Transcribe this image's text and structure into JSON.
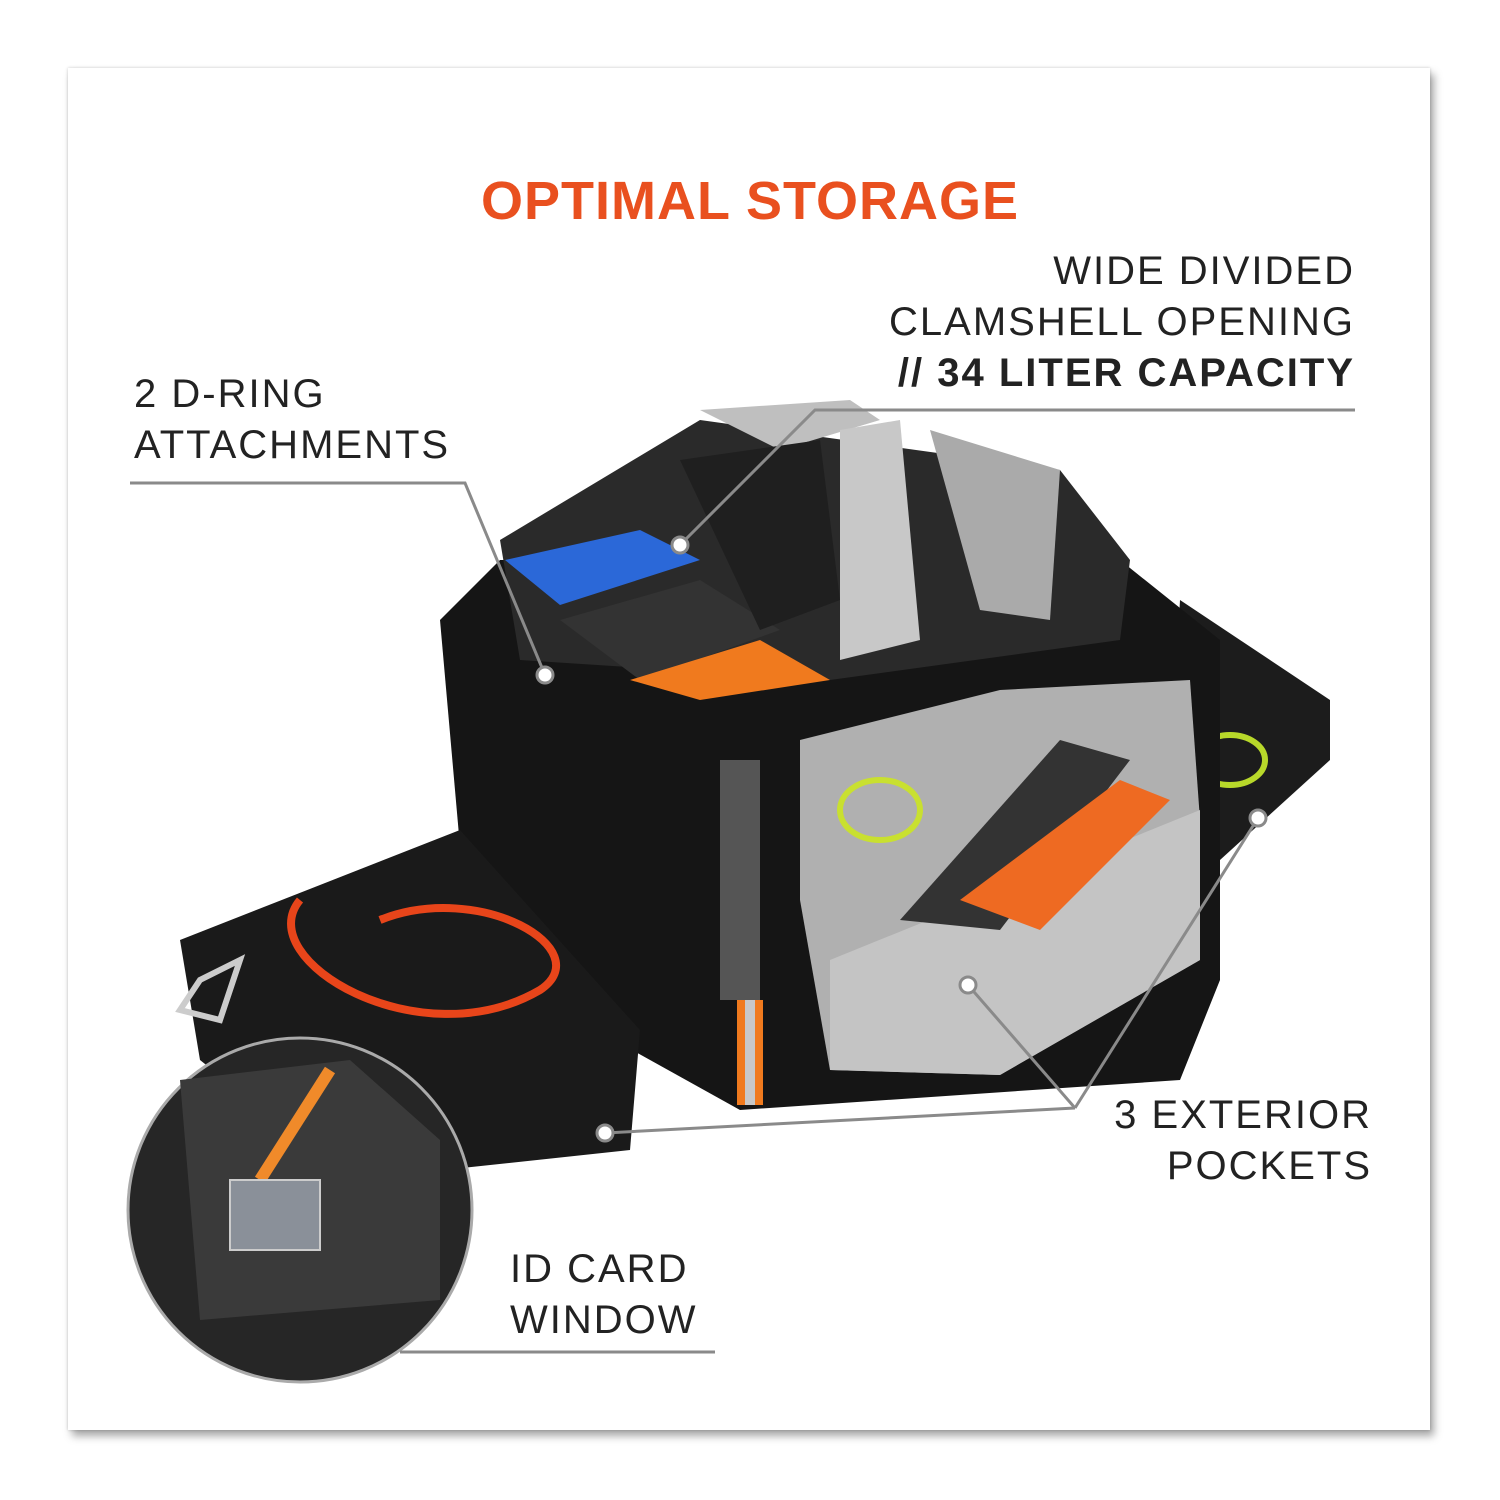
{
  "title": "OPTIMAL STORAGE",
  "colors": {
    "accent": "#e9501f",
    "leader_line": "#8a8a8a",
    "text": "#222222"
  },
  "callouts": {
    "clamshell": {
      "line1": "WIDE DIVIDED",
      "line2": "CLAMSHELL OPENING",
      "line3": "// 34 LITER CAPACITY"
    },
    "d_ring": {
      "line1": "2 D-RING",
      "line2": "ATTACHMENTS"
    },
    "pockets": {
      "line1": "3 EXTERIOR",
      "line2": "POCKETS"
    },
    "id_card": {
      "line1": "ID CARD",
      "line2": "WINDOW"
    }
  }
}
